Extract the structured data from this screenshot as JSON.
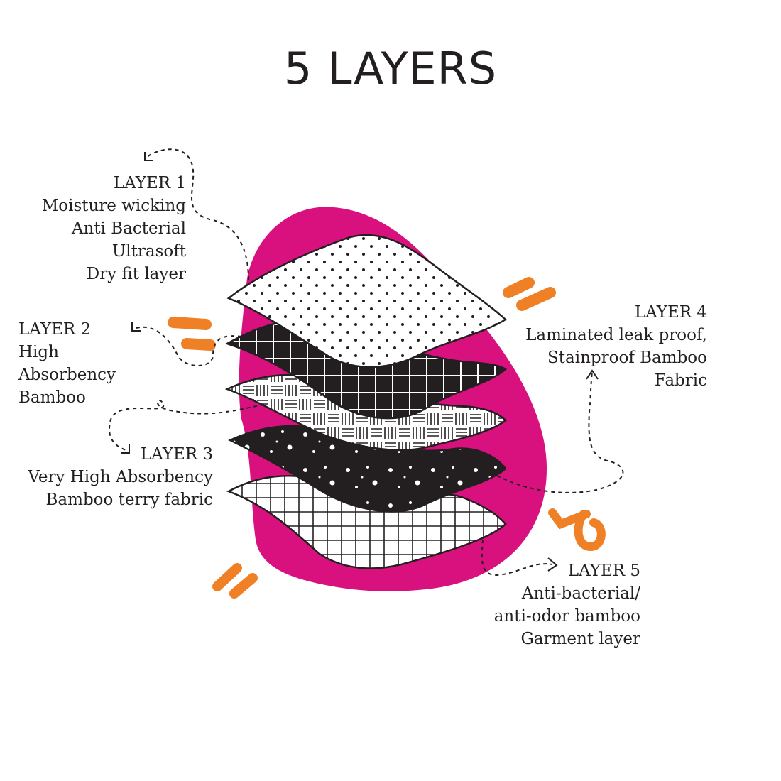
{
  "title": "5 LAYERS",
  "colors": {
    "blob": "#d9117f",
    "accent": "#f08026",
    "ink": "#231f20"
  },
  "layers": [
    {
      "heading": "LAYER 1",
      "lines": [
        "Moisture wicking",
        "Anti Bacterial",
        "Ultrasoft",
        "Dry fit layer"
      ]
    },
    {
      "heading": "LAYER 2",
      "lines": [
        "High",
        "Absorbency",
        "Bamboo"
      ]
    },
    {
      "heading": "LAYER 3",
      "lines": [
        "Very High Absorbency",
        "Bamboo terry fabric"
      ]
    },
    {
      "heading": "LAYER 4",
      "lines": [
        "Laminated leak proof,",
        "Stainproof Bamboo",
        "Fabric"
      ]
    },
    {
      "heading": "LAYER 5",
      "lines": [
        "Anti-bacterial/",
        "anti-odor bamboo",
        "Garment layer"
      ]
    }
  ]
}
